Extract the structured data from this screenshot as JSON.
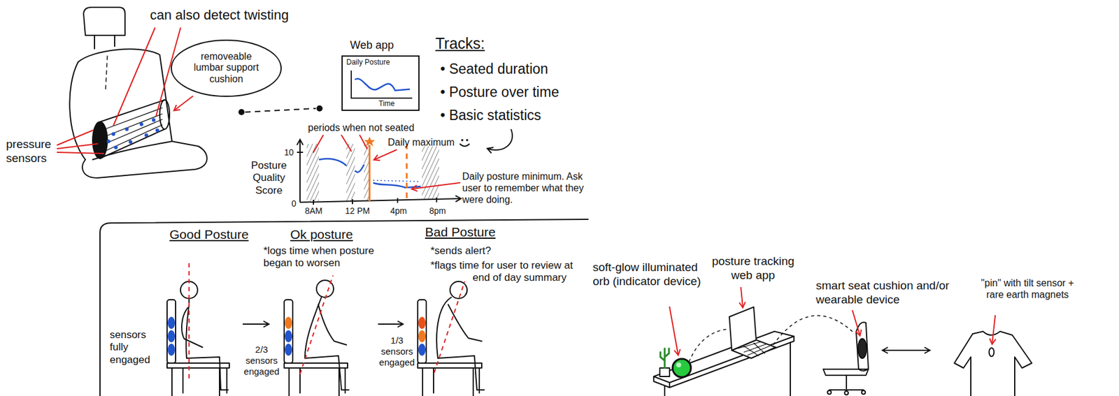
{
  "diagram": {
    "nodes": [
      {
        "text": [
          "removeable lumbar support cushion"
        ]
      },
      {
        "text": [
          "Web app",
          "Daily Posture",
          "Time"
        ]
      }
    ],
    "labels": [
      "can also detect twisting",
      "pressure sensors",
      "Tracks:",
      "• Seated duration",
      "• Posture over time",
      "• Basic statistics",
      "periods when not seated",
      "Daily maximum",
      "10",
      "Posture Quality Score",
      "0",
      "8AM",
      "12 PM",
      "4pm",
      "8pm",
      "Daily posture minimum. Ask user to remember what they were doing.",
      "Good Posture",
      "Ok posture",
      "Bad Posture",
      "*logs time when posture began to worsen",
      "*sends alert?",
      "*flags time for user to review at end of day summary",
      "sensors fully engaged",
      "2/3 sensors engaged",
      "1/3 sensors engaged",
      "soft-glow illuminated orb (indicator device)",
      "posture tracking web app",
      "smart seat cushion and/or wearable device",
      "\"pin\" with tilt sensor + rare earth magnets"
    ]
  }
}
